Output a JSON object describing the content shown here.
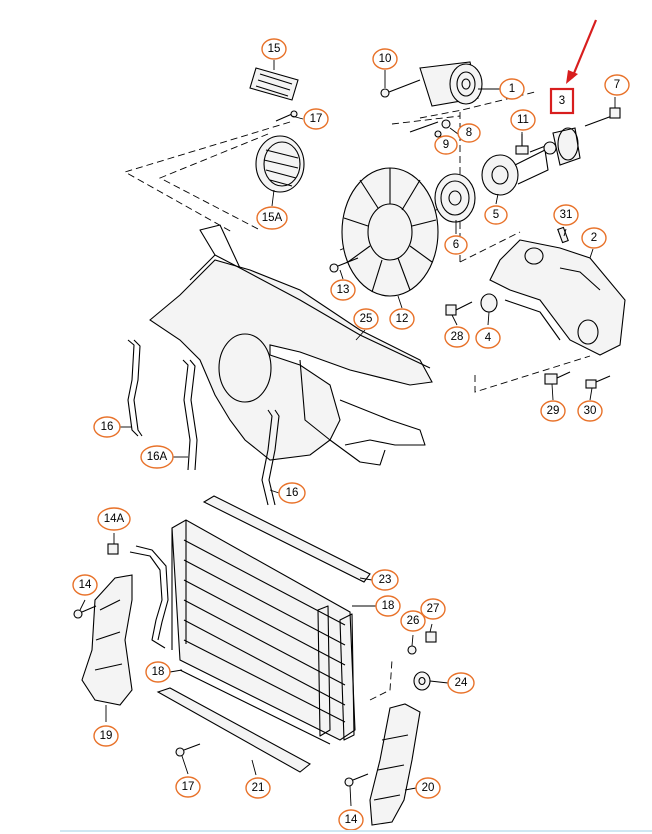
{
  "diagram": {
    "highlight_color": "#d81e1e",
    "callout_color": "#e8722a",
    "highlighted_part": "3",
    "callouts": [
      {
        "id": "c-15",
        "label": "15"
      },
      {
        "id": "c-10",
        "label": "10"
      },
      {
        "id": "c-1",
        "label": "1"
      },
      {
        "id": "c-3",
        "label": "3"
      },
      {
        "id": "c-7",
        "label": "7"
      },
      {
        "id": "c-17a",
        "label": "17"
      },
      {
        "id": "c-8",
        "label": "8"
      },
      {
        "id": "c-9",
        "label": "9"
      },
      {
        "id": "c-11",
        "label": "11"
      },
      {
        "id": "c-15A",
        "label": "15A"
      },
      {
        "id": "c-5",
        "label": "5"
      },
      {
        "id": "c-6",
        "label": "6"
      },
      {
        "id": "c-31",
        "label": "31"
      },
      {
        "id": "c-2",
        "label": "2"
      },
      {
        "id": "c-13",
        "label": "13"
      },
      {
        "id": "c-12",
        "label": "12"
      },
      {
        "id": "c-25",
        "label": "25"
      },
      {
        "id": "c-28",
        "label": "28"
      },
      {
        "id": "c-4",
        "label": "4"
      },
      {
        "id": "c-29",
        "label": "29"
      },
      {
        "id": "c-30",
        "label": "30"
      },
      {
        "id": "c-16a",
        "label": "16"
      },
      {
        "id": "c-16A",
        "label": "16A"
      },
      {
        "id": "c-16b",
        "label": "16"
      },
      {
        "id": "c-14A",
        "label": "14A"
      },
      {
        "id": "c-23",
        "label": "23"
      },
      {
        "id": "c-14a",
        "label": "14"
      },
      {
        "id": "c-18a",
        "label": "18"
      },
      {
        "id": "c-27",
        "label": "27"
      },
      {
        "id": "c-26",
        "label": "26"
      },
      {
        "id": "c-18b",
        "label": "18"
      },
      {
        "id": "c-24",
        "label": "24"
      },
      {
        "id": "c-19",
        "label": "19"
      },
      {
        "id": "c-17b",
        "label": "17"
      },
      {
        "id": "c-21",
        "label": "21"
      },
      {
        "id": "c-20",
        "label": "20"
      },
      {
        "id": "c-14b",
        "label": "14"
      }
    ]
  }
}
